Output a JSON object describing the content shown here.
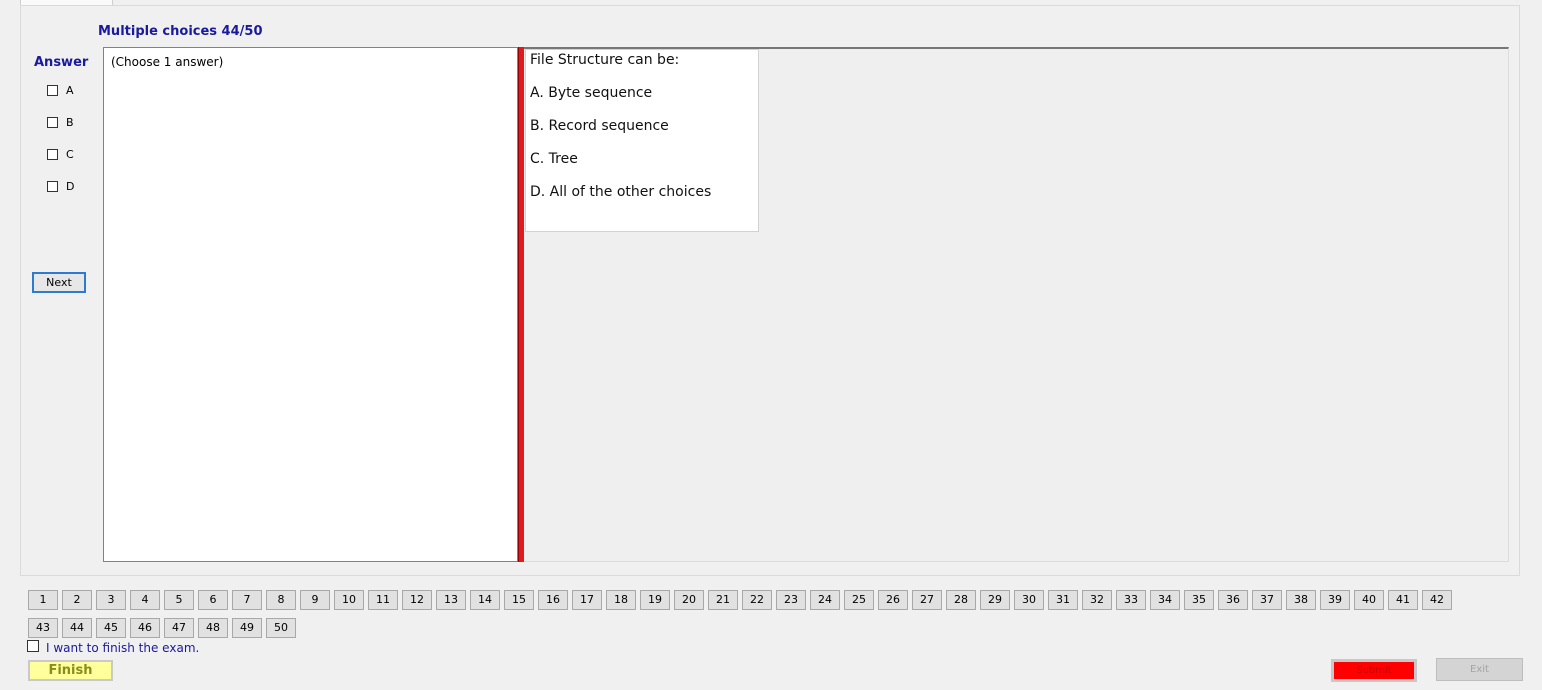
{
  "header": {
    "title": "Multiple choices 44/50"
  },
  "answer_panel": {
    "heading": "Answer",
    "options": [
      {
        "label": "A",
        "checked": false
      },
      {
        "label": "B",
        "checked": false
      },
      {
        "label": "C",
        "checked": false
      },
      {
        "label": "D",
        "checked": false
      }
    ],
    "next_label": "Next"
  },
  "notes": {
    "text": "(Choose 1 answer)"
  },
  "question": {
    "lines": [
      "File Structure can be:",
      "A.  Byte sequence",
      "B.  Record sequence",
      "C.  Tree",
      "D.  All of the other choices"
    ]
  },
  "navigation": {
    "numbers": [
      "1",
      "2",
      "3",
      "4",
      "5",
      "6",
      "7",
      "8",
      "9",
      "10",
      "11",
      "12",
      "13",
      "14",
      "15",
      "16",
      "17",
      "18",
      "19",
      "20",
      "21",
      "22",
      "23",
      "24",
      "25",
      "26",
      "27",
      "28",
      "29",
      "30",
      "31",
      "32",
      "33",
      "34",
      "35",
      "36",
      "37",
      "38",
      "39",
      "40",
      "41",
      "42",
      "43",
      "44",
      "45",
      "46",
      "47",
      "48",
      "49",
      "50"
    ]
  },
  "footer": {
    "finish_check_label": "I want to finish the exam.",
    "finish_label": "Finish",
    "submit_label": "Submit",
    "exit_label": "Exit"
  },
  "colors": {
    "title_blue": "#1a1a9c",
    "splitter_red": "#dd1d1d",
    "finish_yellow": "#ffff9c",
    "submit_red": "#ff0000"
  }
}
